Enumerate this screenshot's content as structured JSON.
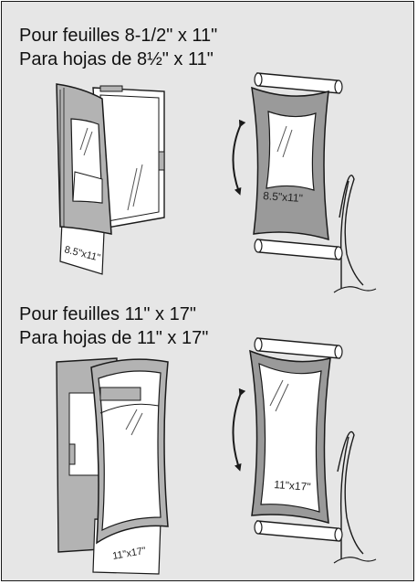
{
  "sections": [
    {
      "caption_fr": "Pour feuilles 8-1/2\" x 11\"",
      "caption_es": "Para hojas de  8½\" x 11\"",
      "open_frame_sheet_label": "8.5\"x11\"",
      "wall_frame_sheet_label": "8.5\"x11\""
    },
    {
      "caption_fr": "Pour feuilles 11\" x 17\"",
      "caption_es": "Para hojas de 11\" x 17\"",
      "open_frame_sheet_label": "11\"x17\"",
      "wall_frame_sheet_label": "11\"x17\""
    }
  ],
  "icons": {
    "rotate_arrow": "double-headed-curved-arrow",
    "frame_open": "open-sign-holder",
    "frame_mounted": "pole-mounted-sign-holder"
  },
  "colors": {
    "panel_background": "#e6e6e6",
    "frame_gray": "#b3b3b3",
    "frame_dark_gray": "#8c8c8c",
    "window_white": "#ffffff",
    "line": "#1a1a1a"
  }
}
